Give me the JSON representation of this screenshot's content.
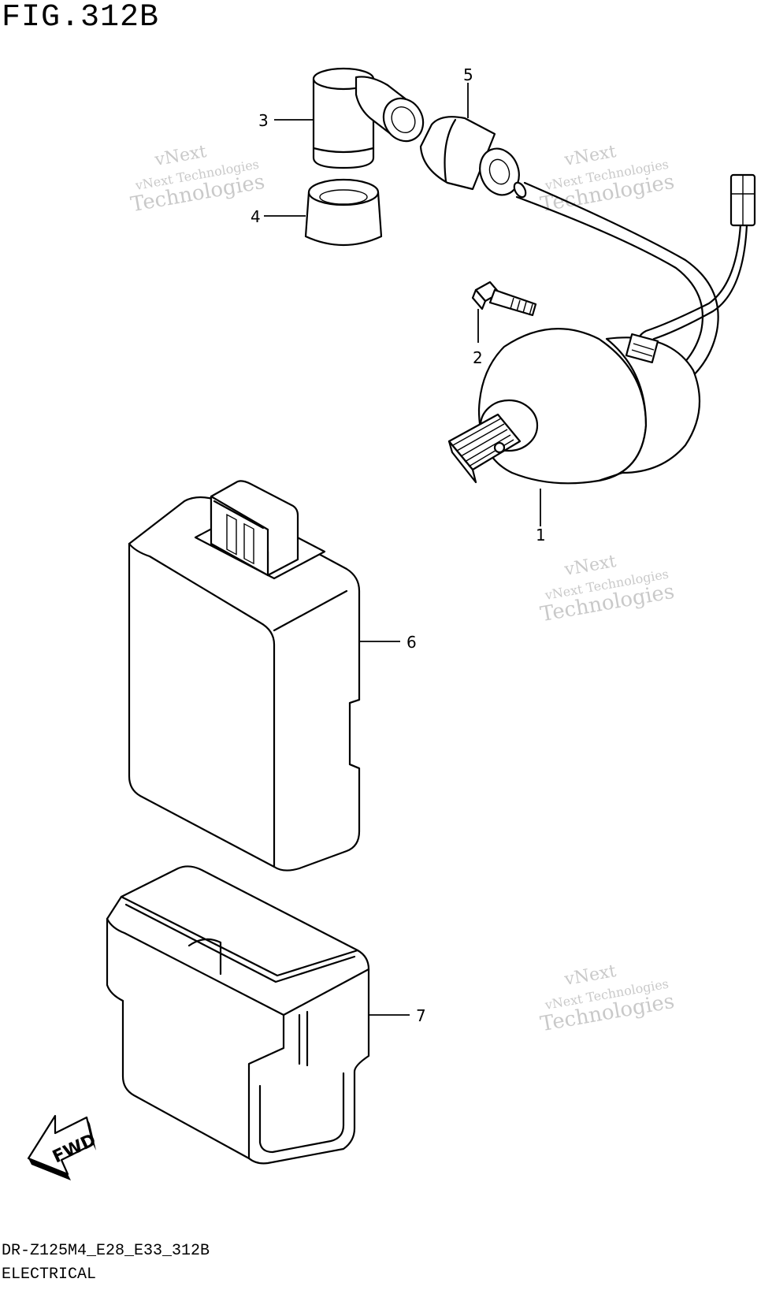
{
  "figure": {
    "title": "FIG.312B"
  },
  "footer": {
    "code": "DR-Z125M4_E28_E33_312B",
    "section": "ELECTRICAL"
  },
  "callouts": [
    "1",
    "2",
    "3",
    "4",
    "5",
    "6",
    "7"
  ],
  "watermark": {
    "line1": "vNext",
    "line2": "vNext Technologies",
    "line3": "Technologies"
  },
  "fwd_label": "FWD"
}
